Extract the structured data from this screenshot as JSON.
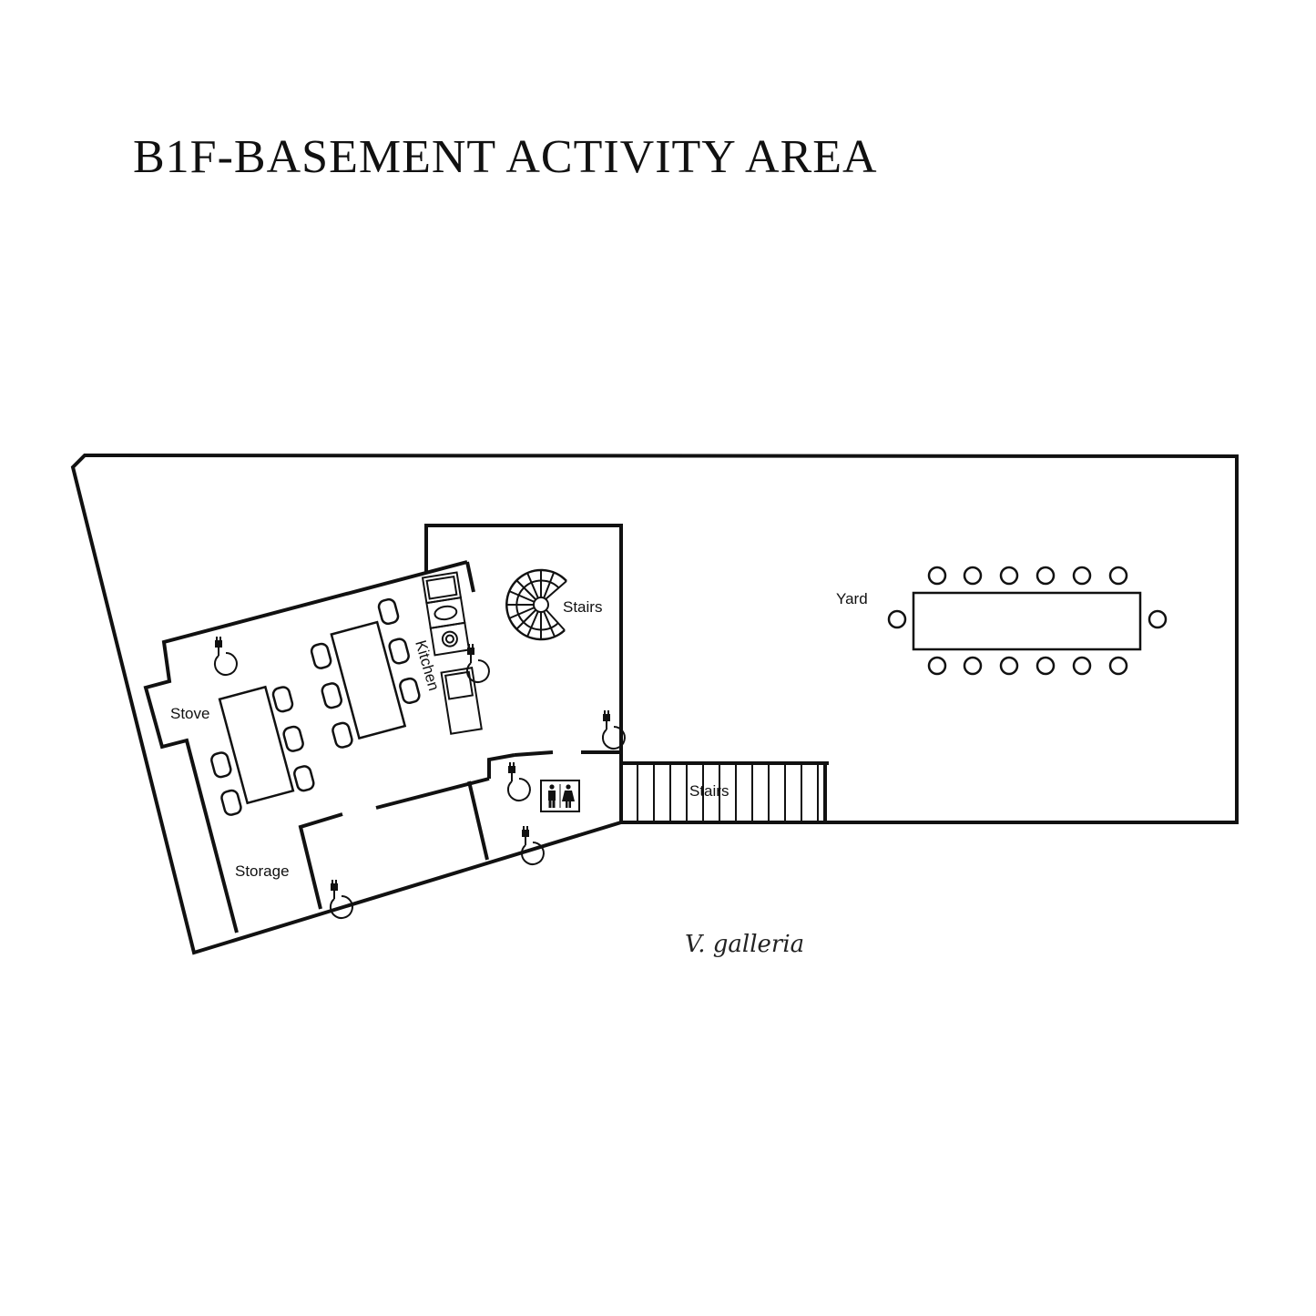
{
  "title": "B1F-BASEMENT ACTIVITY AREA",
  "rooms": {
    "stove": "Stove",
    "kitchen": "Kitchen",
    "stairs_spiral": "Stairs",
    "yard": "Yard",
    "stairs_straight": "Stairs",
    "storage": "Storage"
  },
  "brand": {
    "signature": "V. galleria"
  },
  "icons": [
    "power-outlet-icon",
    "restroom-icon",
    "spiral-stairs-icon",
    "kitchen-appliance-icon"
  ],
  "colors": {
    "line": "#111111",
    "background": "#ffffff"
  }
}
